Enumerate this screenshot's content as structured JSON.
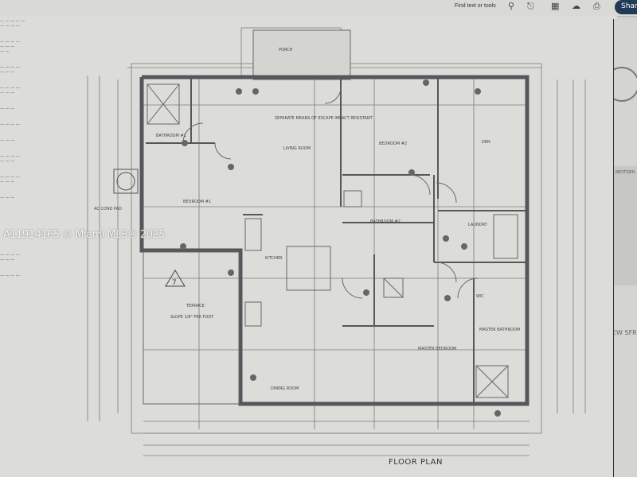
{
  "toolbar": {
    "search_label": "Find text or tools",
    "share_label": "Share",
    "icons": [
      "search-icon",
      "headphones-icon",
      "layout-icon",
      "upload-cloud-icon",
      "print-icon"
    ]
  },
  "plan": {
    "title": "FLOOR PLAN",
    "rooms": {
      "bedroom1": "BEDROOM #1",
      "bedroom2": "BEDROOM #2",
      "bathroom1": "BATHROOM #1",
      "bathroom2": "BATHROOM #2",
      "den": "DEN",
      "laundry": "LAUNDRY",
      "kitchen": "KITCHEN",
      "living": "LIVING ROOM",
      "dining": "DINING ROOM",
      "master_bedroom": "MASTER BEDROOM",
      "master_bathroom": "MASTER BATHROOM",
      "terrace": "TERRACE",
      "porch": "PORCH",
      "wic": "WIC"
    },
    "terrace_slope": "SLOPE 1/8\" PER FOOT",
    "egress_note": "SEPARATE MEANS OF ESCAPE IMPACT RESISTANT",
    "unit_note": "AC COND PAD",
    "section_marker": "7"
  },
  "watermark": "A11914165 © Miami MLS® 2025",
  "side_panel": {
    "company": "NEXTGEN",
    "project": "NEW SFR"
  },
  "colors": {
    "wall": "#55585a",
    "paper": "#dcddd9",
    "line": "#777a7c"
  }
}
